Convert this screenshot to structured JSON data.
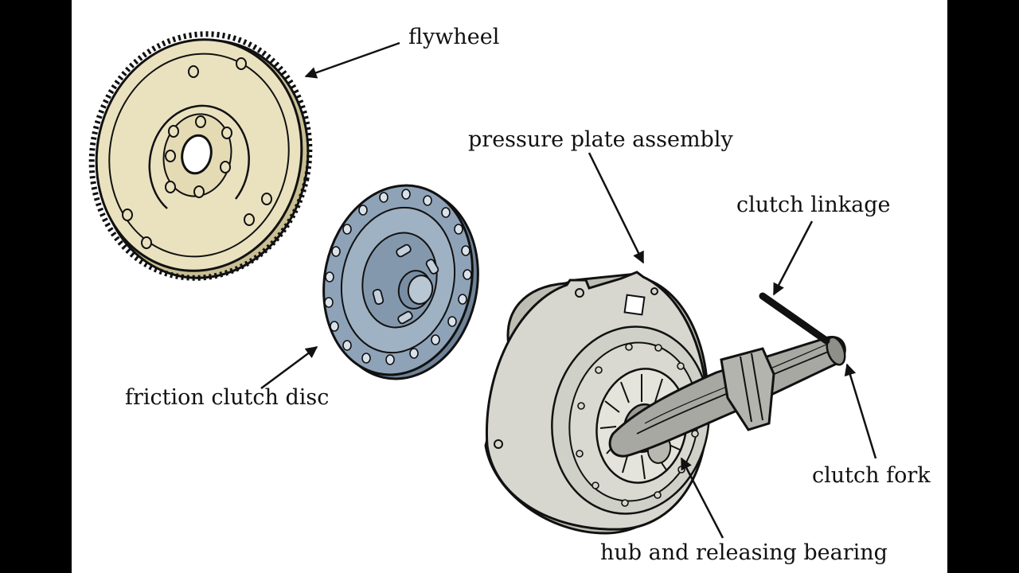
{
  "colors": {
    "background": "#ffffff",
    "letterbox": "#000000",
    "flywheel_fill": "#eae2bf",
    "disc_fill": "#8fa3b8",
    "pressure_plate_fill": "#d7d7cf",
    "fork_fill": "#a7a8a2",
    "outline": "#111111"
  },
  "labels": {
    "flywheel": "flywheel",
    "pressure_plate_assembly": "pressure plate assembly",
    "clutch_linkage": "clutch linkage",
    "friction_clutch_disc": "friction clutch disc",
    "clutch_fork": "clutch fork",
    "hub_and_releasing_bearing": "hub and releasing bearing"
  },
  "icons": {
    "flywheel": "flywheel-icon",
    "friction_clutch_disc": "clutch-disc-icon",
    "pressure_plate_assembly": "pressure-plate-icon",
    "clutch_fork": "clutch-fork-icon",
    "clutch_linkage": "clutch-linkage-icon",
    "hub_and_releasing_bearing": "release-bearing-icon"
  }
}
